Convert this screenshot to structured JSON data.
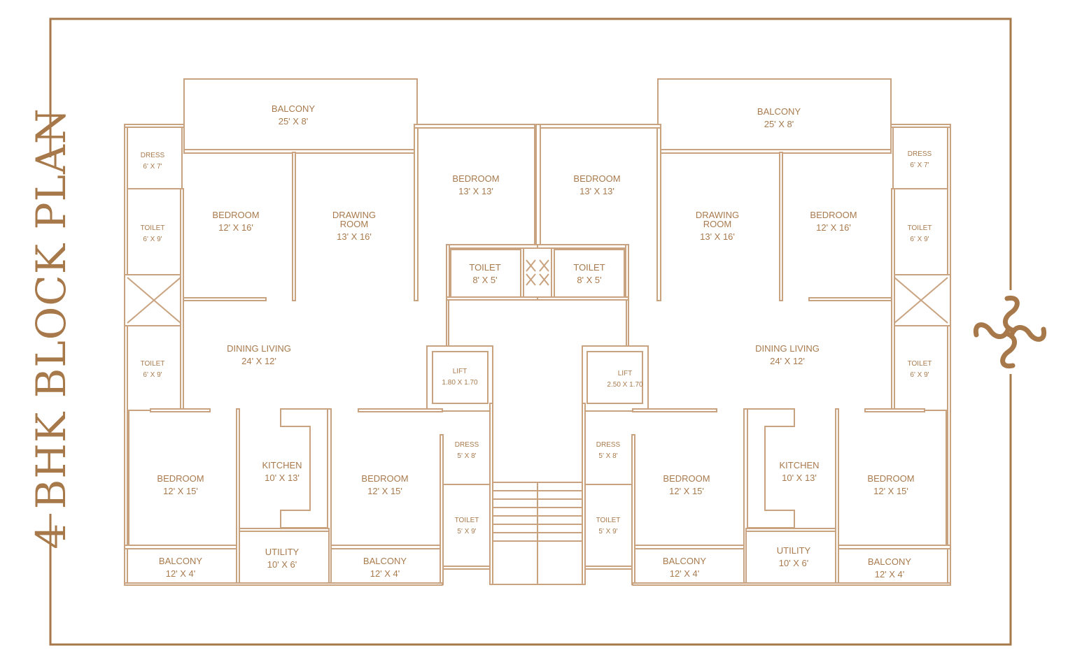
{
  "title": "4 BHK BLOCK PLAN",
  "colors": {
    "frame": "#a7794a",
    "walls": "#c9a37f",
    "text": "#a87a4d"
  },
  "logo_icon": "ribbon-swirl-logo",
  "rooms": [
    {
      "name": [
        "BALCONY"
      ],
      "size": "25' X 8'"
    },
    {
      "name": [
        "DRESS"
      ],
      "size": "6' X 7'"
    },
    {
      "name": [
        "TOILET"
      ],
      "size": "6' X 9'"
    },
    {
      "name": [
        "BEDROOM"
      ],
      "size": "12' X 16'"
    },
    {
      "name": [
        "DRAWING",
        "ROOM"
      ],
      "size": "13' X 16'"
    },
    {
      "name": [
        "BEDROOM"
      ],
      "size": "13' X 13'"
    },
    {
      "name": [
        "TOILET"
      ],
      "size": "8' X 5'"
    },
    {
      "name": [
        "LIFT"
      ],
      "size": "1.80 X 1.70"
    },
    {
      "name": [
        "DINING  LIVING"
      ],
      "size": "24' X 12'"
    },
    {
      "name": [
        "TOILET"
      ],
      "size": "6' X 9'"
    },
    {
      "name": [
        "BEDROOM"
      ],
      "size": "12' X 15'"
    },
    {
      "name": [
        "KITCHEN"
      ],
      "size": "10' X 13'"
    },
    {
      "name": [
        "BEDROOM"
      ],
      "size": "12' X 15'"
    },
    {
      "name": [
        "DRESS"
      ],
      "size": "5' X 8'"
    },
    {
      "name": [
        "TOILET"
      ],
      "size": "5' X 9'"
    },
    {
      "name": [
        "BALCONY"
      ],
      "size": "12' X 4'"
    },
    {
      "name": [
        "UTILITY"
      ],
      "size": "10' X 6'"
    },
    {
      "name": [
        "BALCONY"
      ],
      "size": "12' X 4'"
    },
    {
      "name": [
        "BALCONY"
      ],
      "size": "25' X 8'"
    },
    {
      "name": [
        "DRESS"
      ],
      "size": "6' X 7'"
    },
    {
      "name": [
        "TOILET"
      ],
      "size": "6' X 9'"
    },
    {
      "name": [
        "BEDROOM"
      ],
      "size": "12' X 16'"
    },
    {
      "name": [
        "DRAWING",
        "ROOM"
      ],
      "size": "13' X 16'"
    },
    {
      "name": [
        "BEDROOM"
      ],
      "size": "13' X 13'"
    },
    {
      "name": [
        "TOILET"
      ],
      "size": "8' X 5'"
    },
    {
      "name": [
        "LIFT"
      ],
      "size": "2.50 X 1.70"
    },
    {
      "name": [
        "DINING  LIVING"
      ],
      "size": "24' X 12'"
    },
    {
      "name": [
        "TOILET"
      ],
      "size": "6' X 9'"
    },
    {
      "name": [
        "BEDROOM"
      ],
      "size": "12' X 15'"
    },
    {
      "name": [
        "KITCHEN"
      ],
      "size": "10' X 13'"
    },
    {
      "name": [
        "BEDROOM"
      ],
      "size": "12' X 15'"
    },
    {
      "name": [
        "DRESS"
      ],
      "size": "5' X 8'"
    },
    {
      "name": [
        "TOILET"
      ],
      "size": "5' X 9'"
    },
    {
      "name": [
        "BALCONY"
      ],
      "size": "12' X 4'"
    },
    {
      "name": [
        "UTILITY"
      ],
      "size": "10' X 6'"
    },
    {
      "name": [
        "BALCONY"
      ],
      "size": "12' X 4'"
    }
  ]
}
